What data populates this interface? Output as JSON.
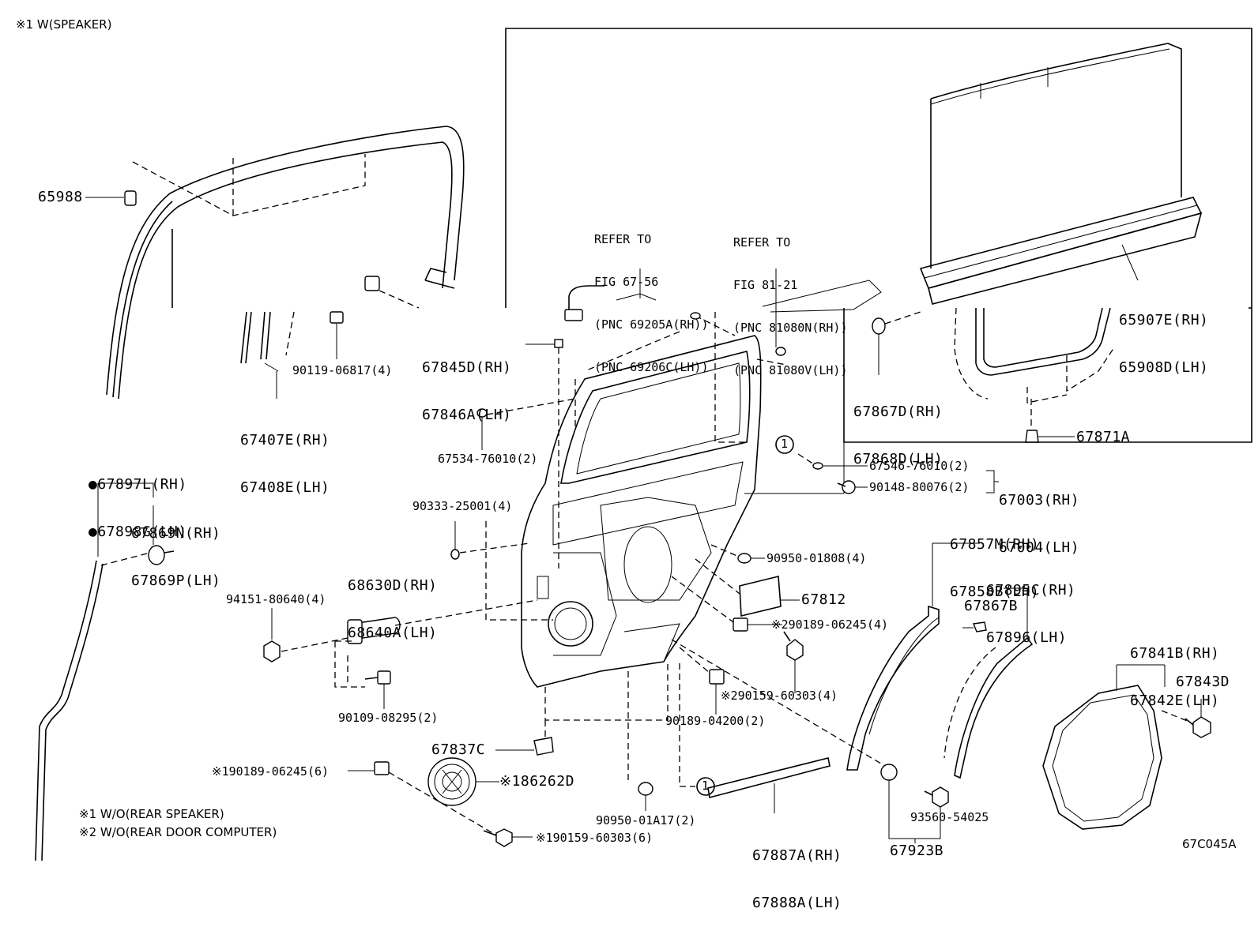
{
  "header": {
    "note_top": "※1 W(SPEAKER)",
    "figure_id": "67C045A"
  },
  "notes": {
    "note1": "※1 W/O(REAR SPEAKER)",
    "note2": "※2 W/O(REAR DOOR COMPUTER)"
  },
  "refs": {
    "ref1": [
      "REFER TO",
      "FIG 67-56",
      "(PNC 69205A(RH))",
      "(PNC 69206C(LH))"
    ],
    "ref2": [
      "REFER TO",
      "FIG 81-21",
      "(PNC 81080N(RH))",
      "(PNC 81080V(LH))"
    ]
  },
  "callout_marker": "1",
  "parts": {
    "p65988": "65988",
    "p90119": "90119-06817(4)",
    "p67407": [
      "67407E(RH)",
      "67408E(LH)"
    ],
    "p67845": [
      "67845D(RH)",
      "67846A(LH)"
    ],
    "p67534": "67534-76010(2)",
    "p90333": "90333-25001(4)",
    "p68630": [
      "68630D(RH)",
      "68640A(LH)"
    ],
    "p94151": "94151-80640(4)",
    "p90109": "90109-08295(2)",
    "p67837": "67837C",
    "p90189a": "※190189-06245(6)",
    "p86262": "※186262D",
    "p90159a": "※190159-60303(6)",
    "p90950a": "90950-01A17(2)",
    "p67887": [
      "67887A(RH)",
      "67888A(LH)"
    ],
    "p67923": "67923B",
    "p93560": "93560-54025",
    "p90189b": "90189-04200(2)",
    "p90159b": "※290159-60303(4)",
    "p90189c": "※290189-06245(4)",
    "p67812": "67812",
    "p90950b": "90950-01808(4)",
    "p67546": "67546-76010(2)",
    "p90148": "90148-80076(2)",
    "p67003": [
      "67003(RH)",
      "67004(LH)"
    ],
    "p67857": [
      "67857M(RH)",
      "67858B(LH)"
    ],
    "p67895": [
      "67895C(RH)",
      "67896(LH)"
    ],
    "p67867b": "67867B",
    "p67841": [
      "67841B(RH)",
      "67842E(LH)"
    ],
    "p67843": "67843D",
    "p65907": [
      "65907E(RH)",
      "65908D(LH)"
    ],
    "p67867d": [
      "67867D(RH)",
      "67868D(LH)"
    ],
    "p67871": "67871A",
    "p67897": [
      "●67897L(RH)",
      "●67898G(LH)"
    ],
    "p67869": [
      "67869N(RH)",
      "67869P(LH)"
    ]
  }
}
